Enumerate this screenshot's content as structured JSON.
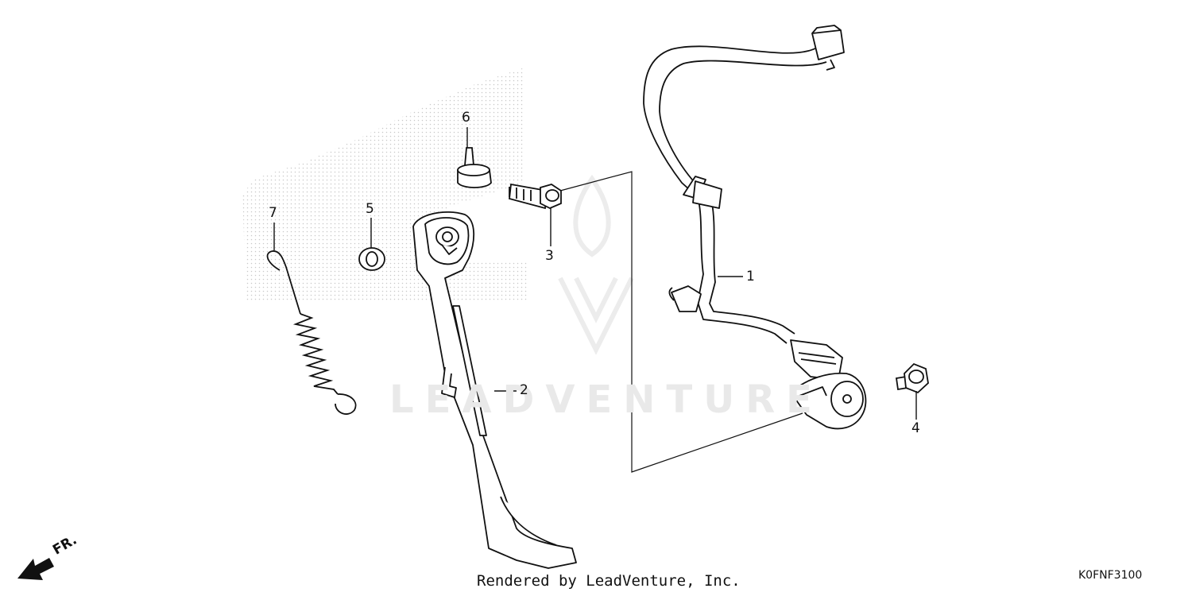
{
  "diagram": {
    "diagram_code": "K0FNF3100",
    "credit": "Rendered by LeadVenture, Inc.",
    "watermark": "LEADVENTURE",
    "direction_label": "FR.",
    "callouts": [
      {
        "id": "1",
        "label": "1"
      },
      {
        "id": "2",
        "label": "2"
      },
      {
        "id": "3",
        "label": "3"
      },
      {
        "id": "4",
        "label": "4"
      },
      {
        "id": "5",
        "label": "5"
      },
      {
        "id": "6",
        "label": "6"
      },
      {
        "id": "7",
        "label": "7"
      }
    ],
    "colors": {
      "ink": "#111111",
      "watermark": "#e9e9e9",
      "background_pattern": "#c8c8c8"
    }
  }
}
